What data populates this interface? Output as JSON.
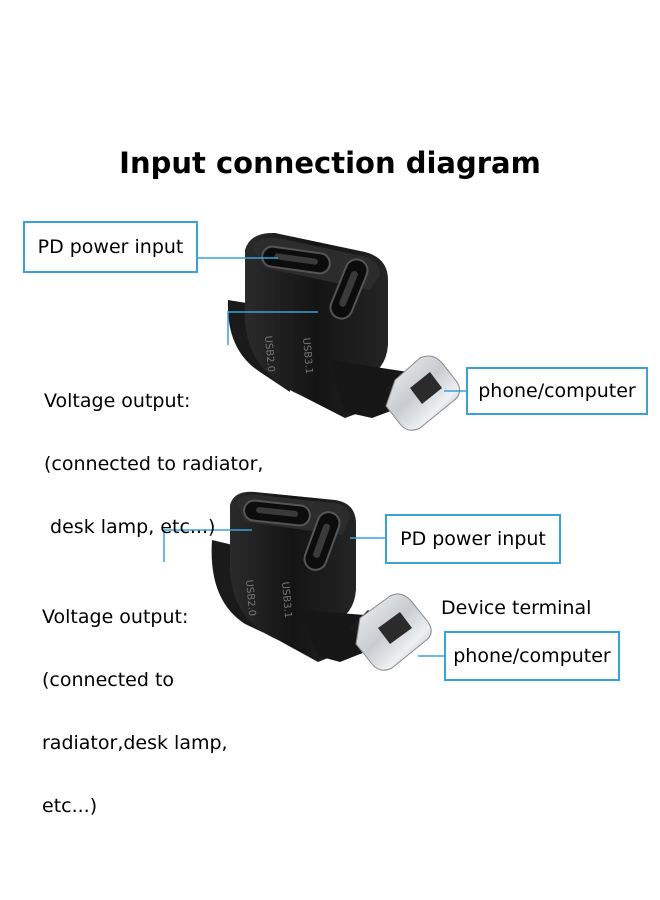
{
  "title": "Input connection diagram",
  "top": {
    "pd_label": "PD power input",
    "voltage_lines": [
      "Voltage output:",
      "(connected to radiator,",
      " desk lamp, etc...)"
    ],
    "device_label": "phone/computer",
    "port_labels": [
      "USB2.0",
      "USB3.1"
    ]
  },
  "bottom": {
    "pd_label": "PD power input",
    "voltage_lines": [
      "Voltage output:",
      "(connected to",
      "radiator,desk lamp,",
      "etc...)"
    ],
    "device_terminal": "Device terminal",
    "device_label": "phone/computer",
    "port_labels": [
      "USB2.0",
      "USB3.1"
    ]
  },
  "colors": {
    "callout": "#3aa0d8",
    "adapter": "#1b1b1b",
    "plug": "#d9dcdf"
  }
}
